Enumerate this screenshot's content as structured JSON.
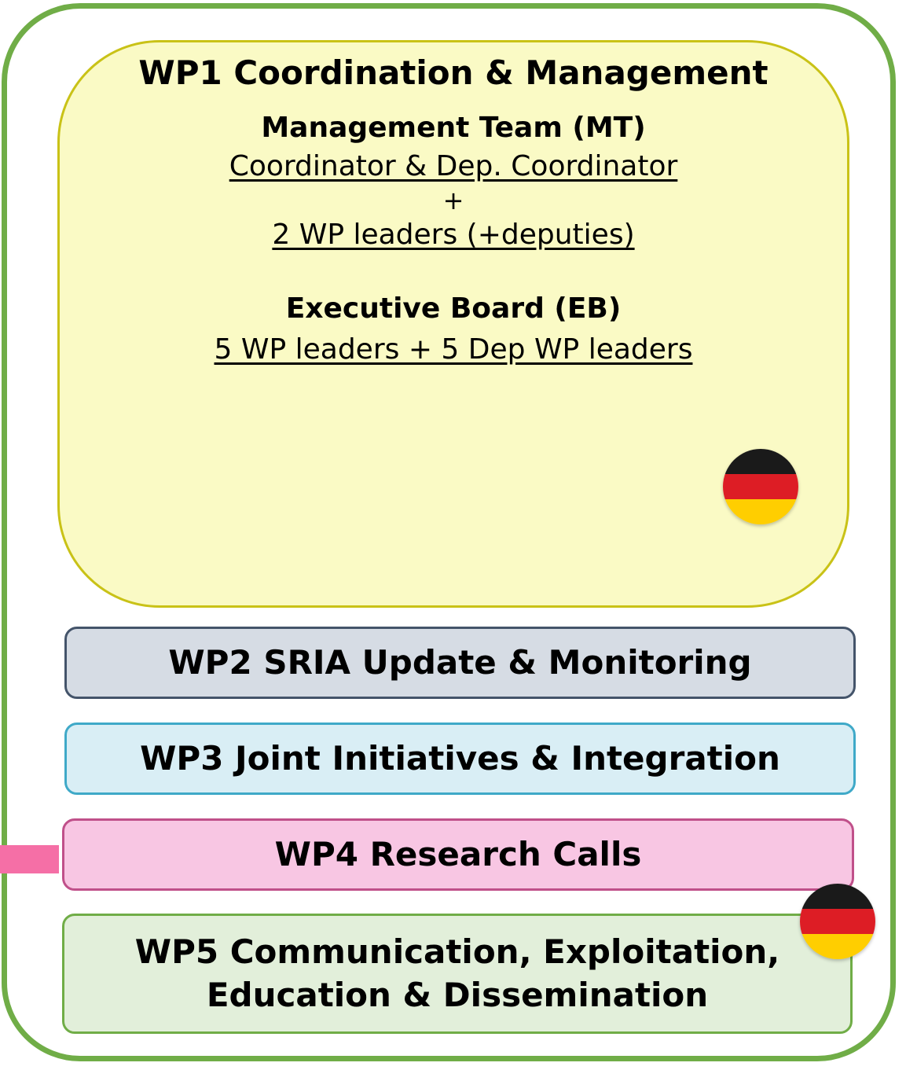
{
  "wp1": {
    "title": "WP1 Coordination & Management",
    "management_team": {
      "heading": "Management Team (MT)",
      "line1": "Coordinator & Dep. Coordinator",
      "plus": "+",
      "line2": "2 WP leaders (+deputies)"
    },
    "executive_board": {
      "heading": "Executive Board (EB)",
      "line": "5 WP leaders + 5 Dep WP leaders"
    },
    "flag_icon": "germany-flag-icon"
  },
  "wp2": {
    "title": "WP2 SRIA Update & Monitoring"
  },
  "wp3": {
    "title": "WP3 Joint Initiatives & Integration"
  },
  "wp4": {
    "title": "WP4 Research Calls"
  },
  "wp5": {
    "title_line1": "WP5 Communication, Exploitation,",
    "title_line2": "Education & Dissemination",
    "flag_icon": "germany-flag-icon"
  },
  "colors": {
    "outer_border": "#70ad47",
    "wp1_fill": "#fafac5",
    "wp1_border": "#c9c217",
    "wp2_fill": "#d6dce4",
    "wp2_border": "#44546a",
    "wp3_fill": "#d9eef5",
    "wp3_border": "#3fa9c8",
    "wp4_fill": "#f8c6e3",
    "wp4_border": "#c0508a",
    "wp5_fill": "#e2efda",
    "wp5_border": "#70ad47",
    "connector": "#f56fa6"
  }
}
